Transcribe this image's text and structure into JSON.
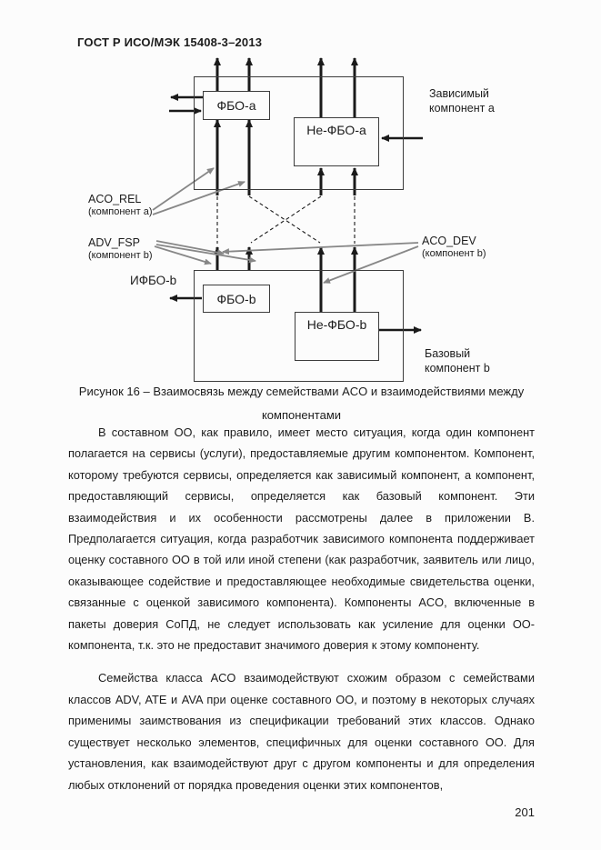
{
  "page": {
    "header": "ГОСТ Р ИСО/МЭК 15408-3–2013",
    "page_number": "201"
  },
  "figure": {
    "caption_line1": "Рисунок 16 – Взаимосвязь между семействами  ACO и взаимодействиями между",
    "caption_line2": "компонентами",
    "boxes": {
      "tsf_a": "ФБО-a",
      "non_tsf_a": "Не-ФБО-a",
      "tsf_b": "ФБО-b",
      "non_tsf_b": "Не-ФБО-b"
    },
    "labels": {
      "dependent_line1": "Зависимый",
      "dependent_line2": "компонент a",
      "base_line1": "Базовый",
      "base_line2": "компонент b",
      "aco_rel": "ACO_REL",
      "aco_rel_sub": "(компонент a)",
      "adv_fsp": "ADV_FSP",
      "adv_fsp_sub": "(компонент b)",
      "aco_dev": "ACO_DEV",
      "aco_dev_sub": "(компонент b)",
      "itsf_b": "ИФБО-b"
    },
    "colors": {
      "line_black": "#1a1a1a",
      "annotation_gray": "#878787"
    }
  },
  "content": {
    "paragraph1": "В составном ОО, как правило, имеет место ситуация, когда один компонент полагается на сервисы (услуги), предоставляемые другим компонентом. Компонент, которому требуются сервисы,  определяется как зависимый компонент, а компонент, предоставляющий сервисы, определяется как базовый компонент. Эти взаимодействия и их особенности рассмотрены далее в приложении В. Предполагается ситуация, когда разработчик зависимого компонента поддерживает оценку составного ОО в той или иной степени (как разработчик, заявитель или лицо, оказывающее содействие и предоставляющее необходимые свидетельства оценки, связанные с оценкой зависимого компонента). Компоненты ACO, включенные в пакеты доверия СоПД, не следует использовать как усиление для оценки ОО-компонента, т.к. это не предоставит значимого доверия к этому компоненту.",
    "paragraph2": "Семейства класса ACO взаимодействуют схожим образом с семействами классов ADV, ATE и AVA при оценке составного ОО, и поэтому в некоторых случаях применимы заимствования из спецификации требований этих классов. Однако существует несколько элементов, специфичных для оценки составного ОО. Для установления, как взаимодействуют друг с другом компоненты и для определения любых отклонений от порядка проведения оценки этих компонентов,"
  }
}
